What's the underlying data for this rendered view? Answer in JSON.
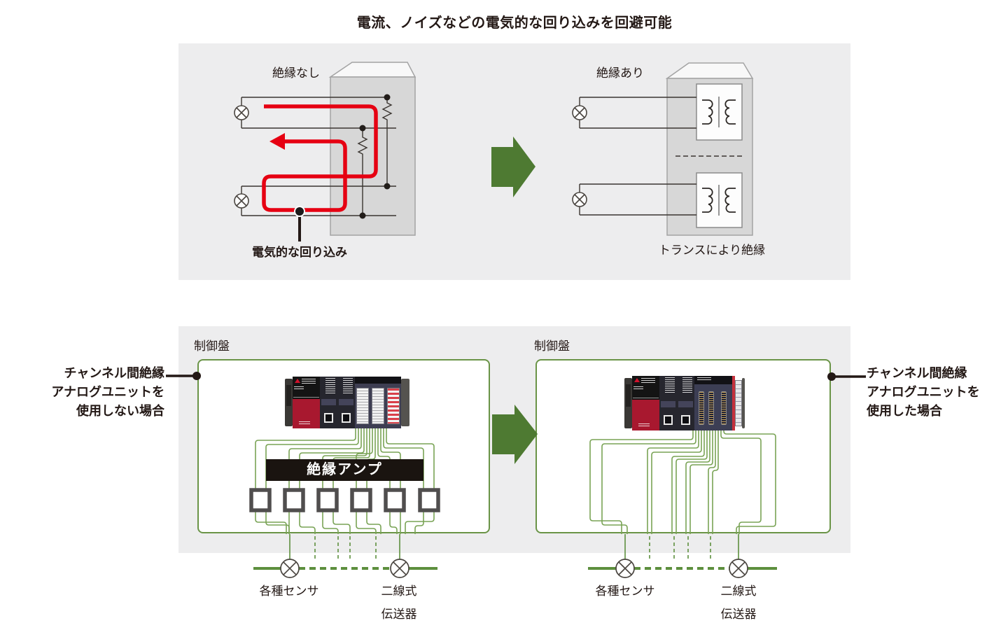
{
  "title": "電流、ノイズなどの電気的な回り込みを回避可能",
  "top_diagram": {
    "no_isolation_label": "絶縁なし",
    "isolation_label": "絶縁あり",
    "sneak_path_callout": "電気的な回り込み",
    "transformer_caption": "トランスにより絶縁"
  },
  "bottom_diagram": {
    "left_panel": {
      "title": "制御盤",
      "side_note": [
        "チャンネル間絶縁",
        "アナログユニットを",
        "使用しない場合"
      ],
      "isolation_amp_label": "絶縁アンプ",
      "sensors_label": "各種センサ",
      "transmitter_label": [
        "二線式",
        "伝送器"
      ]
    },
    "right_panel": {
      "title": "制御盤",
      "side_note": [
        "チャンネル間絶縁",
        "アナログユニットを",
        "使用した場合"
      ],
      "sensors_label": "各種センサ",
      "transmitter_label": [
        "二線式",
        "伝送器"
      ]
    }
  },
  "colors": {
    "accent_red": "#e60012",
    "arrow_green": "#4e7a32",
    "wire_green": "#79a355",
    "panel_border_green": "#6a9447",
    "sensor_line_green": "#5d8f3e",
    "panel_bg_grey": "#ededee",
    "amp_box_black": "#1a1410",
    "plc_red": "#a8182f"
  }
}
